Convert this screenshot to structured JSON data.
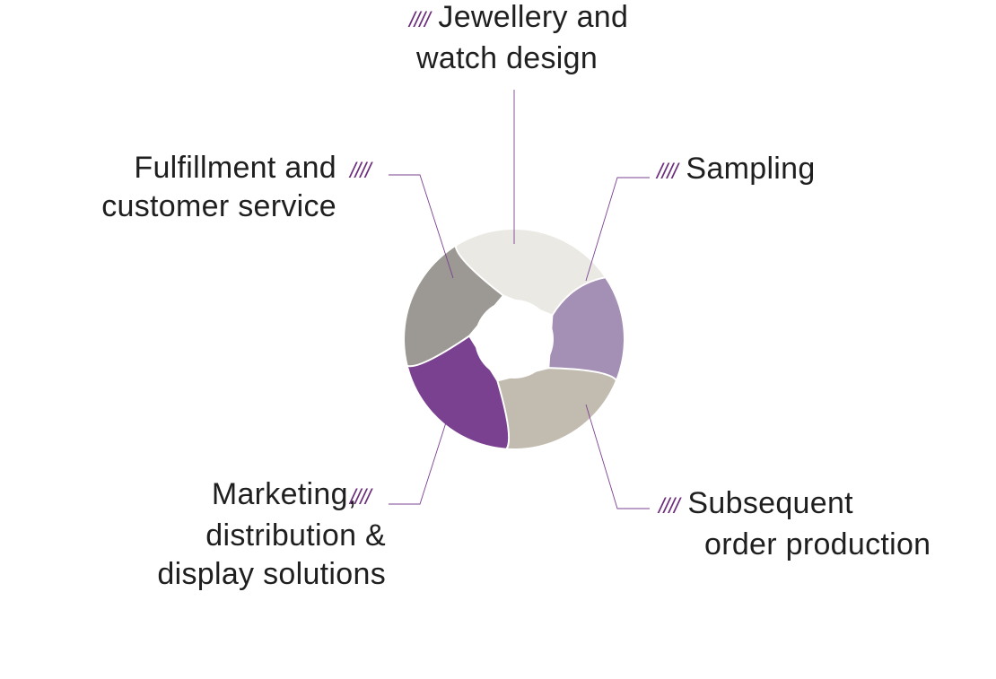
{
  "diagram": {
    "marker": "////",
    "stages": [
      {
        "id": "jewellery",
        "lines": [
          "Jewellery and",
          "watch design"
        ],
        "color": "#ebe9e4"
      },
      {
        "id": "sampling",
        "lines": [
          "Sampling"
        ],
        "color": "#a48fb5"
      },
      {
        "id": "subsequent",
        "lines": [
          "Subsequent",
          "order production"
        ],
        "color": "#c2bcb0"
      },
      {
        "id": "marketing",
        "lines": [
          "Marketing,",
          "distribution &",
          "display solutions"
        ],
        "color": "#7a4190"
      },
      {
        "id": "fulfillment",
        "lines": [
          "Fulfillment and",
          "customer service"
        ],
        "color": "#9c9893"
      }
    ],
    "connector_color": "#7a4190",
    "outline_color": "#ffffff"
  }
}
